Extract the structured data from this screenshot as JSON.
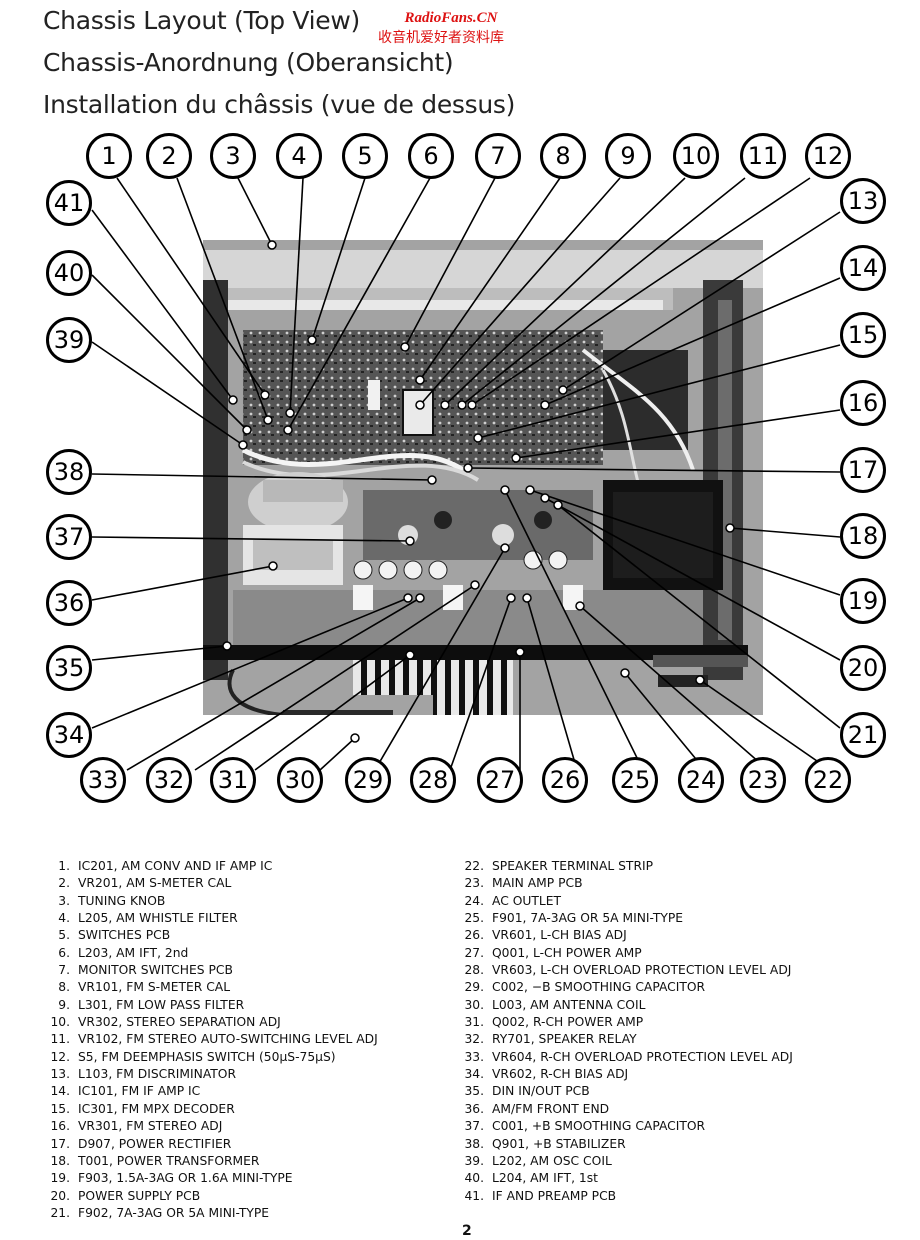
{
  "titles": [
    "Chassis Layout (Top View)",
    "Chassis-Anordnung (Oberansicht)",
    "Installation du châssis (vue de dessus)"
  ],
  "watermark": {
    "line1": "RadioFans.CN",
    "line2": "收音机爱好者资料库"
  },
  "callouts": [
    "1",
    "2",
    "3",
    "4",
    "5",
    "6",
    "7",
    "8",
    "9",
    "10",
    "11",
    "12",
    "13",
    "14",
    "15",
    "16",
    "17",
    "18",
    "19",
    "20",
    "21",
    "22",
    "23",
    "24",
    "25",
    "26",
    "27",
    "28",
    "29",
    "30",
    "31",
    "32",
    "33",
    "34",
    "35",
    "36",
    "37",
    "38",
    "39",
    "40",
    "41"
  ],
  "legend_left": [
    {
      "num": "1.",
      "text": "IC201, AM CONV AND IF AMP IC"
    },
    {
      "num": "2.",
      "text": "VR201, AM S-METER CAL"
    },
    {
      "num": "3.",
      "text": "TUNING KNOB"
    },
    {
      "num": "4.",
      "text": "L205, AM WHISTLE FILTER"
    },
    {
      "num": "5.",
      "text": "SWITCHES PCB"
    },
    {
      "num": "6.",
      "text": "L203, AM IFT, 2nd"
    },
    {
      "num": "7.",
      "text": "MONITOR SWITCHES PCB"
    },
    {
      "num": "8.",
      "text": "VR101, FM S-METER CAL"
    },
    {
      "num": "9.",
      "text": "L301, FM LOW PASS FILTER"
    },
    {
      "num": "10.",
      "text": "VR302, STEREO SEPARATION ADJ"
    },
    {
      "num": "11.",
      "text": "VR102, FM STEREO AUTO-SWITCHING LEVEL ADJ"
    },
    {
      "num": "12.",
      "text": "S5, FM DEEMPHASIS SWITCH (50μS-75μS)"
    },
    {
      "num": "13.",
      "text": "L103, FM DISCRIMINATOR"
    },
    {
      "num": "14.",
      "text": "IC101, FM IF AMP IC"
    },
    {
      "num": "15.",
      "text": "IC301, FM MPX DECODER"
    },
    {
      "num": "16.",
      "text": "VR301, FM STEREO ADJ"
    },
    {
      "num": "17.",
      "text": "D907, POWER RECTIFIER"
    },
    {
      "num": "18.",
      "text": "T001, POWER TRANSFORMER"
    },
    {
      "num": "19.",
      "text": "F903, 1.5A-3AG OR 1.6A MINI-TYPE"
    },
    {
      "num": "20.",
      "text": "POWER SUPPLY PCB"
    },
    {
      "num": "21.",
      "text": "F902, 7A-3AG OR 5A MINI-TYPE"
    }
  ],
  "legend_right": [
    {
      "num": "22.",
      "text": "SPEAKER TERMINAL STRIP"
    },
    {
      "num": "23.",
      "text": "MAIN AMP PCB"
    },
    {
      "num": "24.",
      "text": "AC OUTLET"
    },
    {
      "num": "25.",
      "text": "F901, 7A-3AG OR 5A MINI-TYPE"
    },
    {
      "num": "26.",
      "text": "VR601, L-CH BIAS ADJ"
    },
    {
      "num": "27.",
      "text": "Q001, L-CH POWER AMP"
    },
    {
      "num": "28.",
      "text": "VR603, L-CH OVERLOAD PROTECTION LEVEL ADJ"
    },
    {
      "num": "29.",
      "text": "C002, −B SMOOTHING CAPACITOR"
    },
    {
      "num": "30.",
      "text": "L003, AM ANTENNA COIL"
    },
    {
      "num": "31.",
      "text": "Q002, R-CH POWER AMP"
    },
    {
      "num": "32.",
      "text": "RY701, SPEAKER RELAY"
    },
    {
      "num": "33.",
      "text": "VR604, R-CH OVERLOAD PROTECTION LEVEL ADJ"
    },
    {
      "num": "34.",
      "text": "VR602, R-CH BIAS ADJ"
    },
    {
      "num": "35.",
      "text": "DIN IN/OUT PCB"
    },
    {
      "num": "36.",
      "text": "AM/FM FRONT END"
    },
    {
      "num": "37.",
      "text": "C001, +B SMOOTHING CAPACITOR"
    },
    {
      "num": "38.",
      "text": "Q901, +B STABILIZER"
    },
    {
      "num": "39.",
      "text": "L202, AM OSC COIL"
    },
    {
      "num": "40.",
      "text": "L204, AM IFT, 1st"
    },
    {
      "num": "41.",
      "text": "IF AND PREAMP PCB"
    }
  ],
  "page_number": "2"
}
